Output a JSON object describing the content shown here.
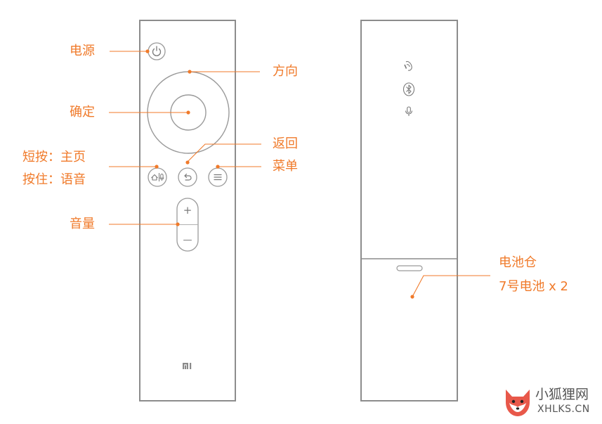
{
  "colors": {
    "accent": "#f07a2a",
    "outline": "#8c8c8c",
    "button_stroke": "#9a9a9a",
    "icon": "#7a7a7a",
    "watermark_text": "#555555",
    "fox": "#e8584a"
  },
  "labels": {
    "power": "电源",
    "direction": "方向",
    "confirm": "确定",
    "back": "返回",
    "menu": "菜单",
    "home_short": "短按：主页",
    "home_long": "按住：语音",
    "volume": "音量",
    "battery_compartment": "电池仓",
    "battery_type": "7号电池 x 2"
  },
  "remote_front": {
    "logo": "mi",
    "volume_plus": "+",
    "volume_minus": "—"
  },
  "remote_back": {
    "icons": [
      "voice-search-icon",
      "bluetooth-icon",
      "microphone-icon"
    ]
  },
  "watermark": {
    "name": "小狐狸网",
    "domain": "XHLKS.CN",
    "icon": "fox-logo"
  }
}
